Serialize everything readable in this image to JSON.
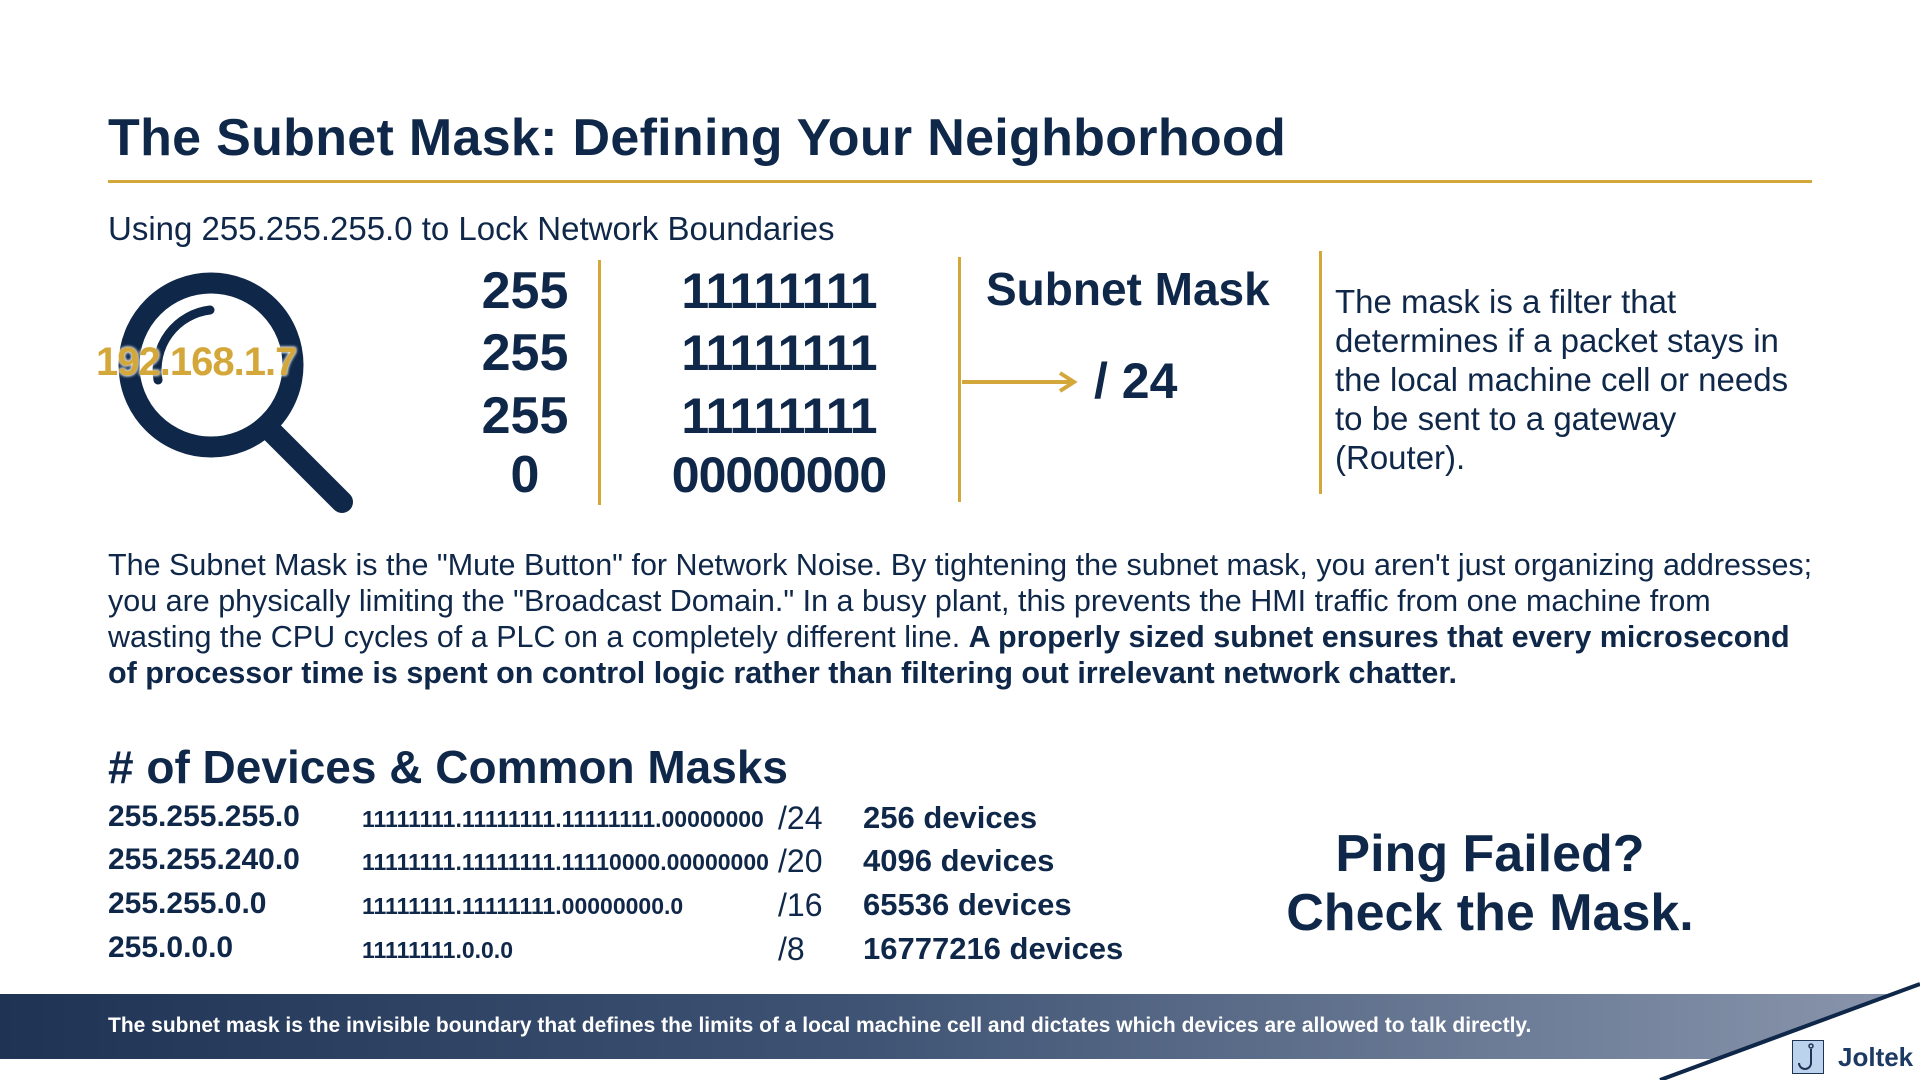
{
  "title": "The Subnet Mask: Defining Your Neighborhood",
  "subtitle": "Using 255.255.255.0 to Lock Network Boundaries",
  "colors": {
    "navy": "#0f2748",
    "gold": "#d4a73a",
    "footer_start": "#1f3354",
    "footer_end": "#8a96ad"
  },
  "magnifier": {
    "icon": "magnifying-glass-icon",
    "ip": "192.168.1.7"
  },
  "octets": [
    {
      "decimal": "255",
      "binary": "11111111"
    },
    {
      "decimal": "255",
      "binary": "11111111"
    },
    {
      "decimal": "255",
      "binary": "11111111"
    },
    {
      "decimal": "0",
      "binary": "00000000"
    }
  ],
  "subnet_mask_label": "Subnet Mask",
  "cidr": "/ 24",
  "right_paragraph": "The mask is a filter that determines if a packet stays in the local machine cell or needs to be sent to a gateway (Router).",
  "body": {
    "normal": "The Subnet Mask is the \"Mute Button\" for Network Noise. By tightening the subnet mask, you aren't just organizing addresses; you are physically limiting the \"Broadcast Domain.\" In a busy plant, this prevents the HMI traffic from one machine from wasting the CPU cycles of a PLC on a completely different line. ",
    "bold": "A properly sized subnet ensures that every microsecond of processor time is spent on control logic rather than filtering out irrelevant network chatter."
  },
  "devices_heading": "# of Devices & Common Masks",
  "masks": [
    {
      "mask": "255.255.255.0",
      "binary": "11111111.11111111.11111111.00000000",
      "cidr": "/24",
      "devices": "256 devices"
    },
    {
      "mask": "255.255.240.0",
      "binary": "11111111.11111111.11110000.00000000",
      "cidr": "/20",
      "devices": "4096 devices"
    },
    {
      "mask": "255.255.0.0",
      "binary": "11111111.11111111.00000000.0",
      "cidr": "/16",
      "devices": "65536 devices"
    },
    {
      "mask": "255.0.0.0",
      "binary": "11111111.0.0.0",
      "cidr": "/8",
      "devices": "16777216 devices"
    }
  ],
  "ping": {
    "line1": "Ping Failed?",
    "line2": "Check the Mask."
  },
  "footer": "The subnet mask is the invisible boundary that defines the limits of a local machine cell and dictates which devices are allowed to talk directly.",
  "logo": {
    "text": "Joltek",
    "glyph": "J"
  }
}
